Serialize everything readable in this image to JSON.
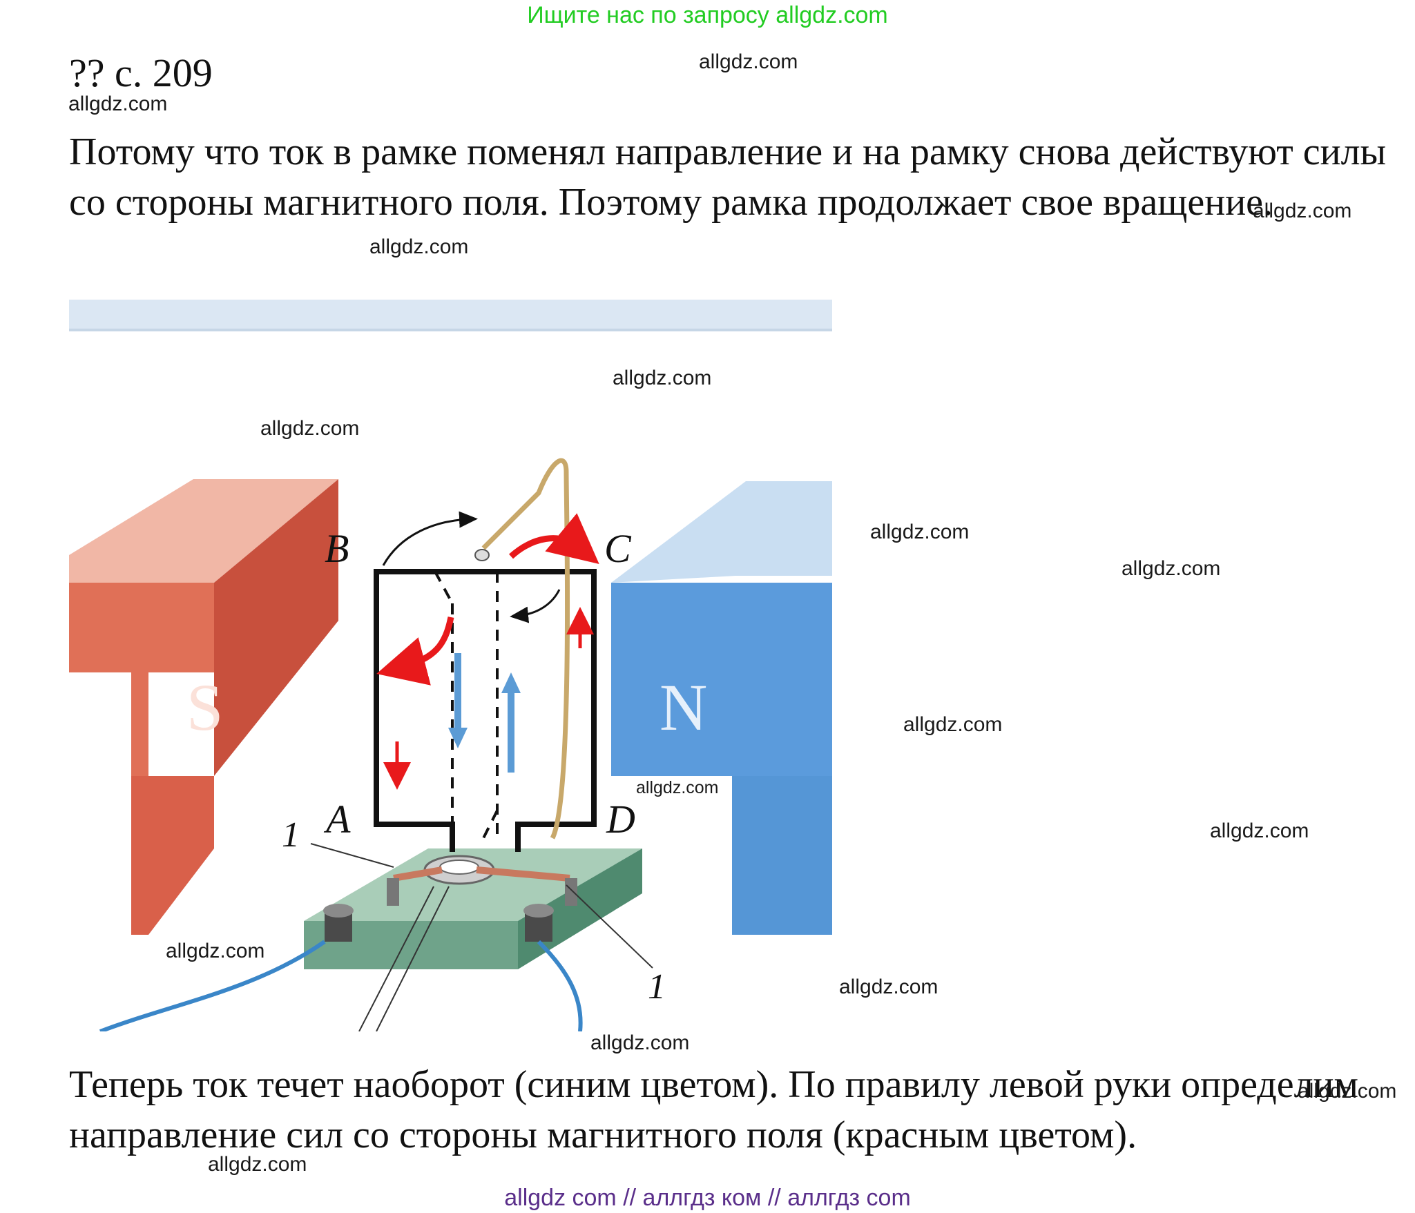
{
  "banner": "Ищите нас по запросу allgdz.com",
  "heading": "?? с. 209",
  "answer_paragraph": "Потому что ток в рамке поменял направление и на рамку снова действуют силы со стороны магнитного поля. Поэтому рамка продолжает свое вращение.",
  "explanation_paragraph": "Теперь ток течет наоборот (синим цветом). По правилу левой руки определим направление сил со стороны магнитного поля (красным цветом).",
  "figure": {
    "magnet_left_label": "S",
    "magnet_right_label": "N",
    "corner_labels": {
      "a": "A",
      "b": "B",
      "c": "C",
      "d": "D"
    },
    "part_label": "1",
    "colors": {
      "south_magnet": "#d9614a",
      "north_magnet": "#5b9bdc",
      "current_arrows": "#5b9bd5",
      "force_arrows": "#e8191b",
      "base": "#6fa38a",
      "banner_text": "#22cc22",
      "footer_text": "#5a2e8a"
    }
  },
  "watermark": "allgdz.com",
  "footer": "allgdz com  //  аллгдз ком  //  аллгдз com"
}
